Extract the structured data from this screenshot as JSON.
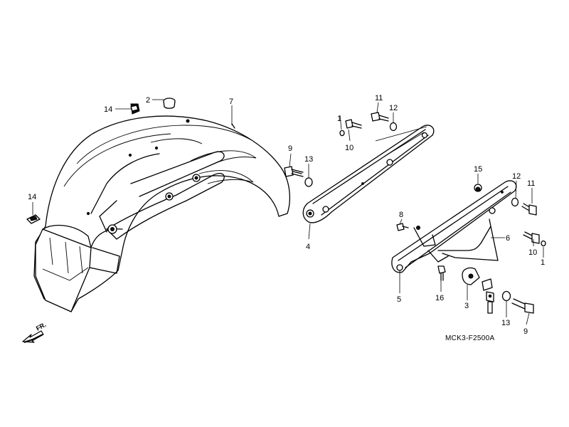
{
  "diagram": {
    "drawing_code": "MCK3-F2500A",
    "front_marker": "FR.",
    "callouts": [
      "14",
      "2",
      "7",
      "14",
      "9",
      "13",
      "1",
      "10",
      "11",
      "12",
      "4",
      "15",
      "12",
      "11",
      "8",
      "6",
      "10",
      "1",
      "5",
      "16",
      "3",
      "13",
      "9"
    ]
  }
}
